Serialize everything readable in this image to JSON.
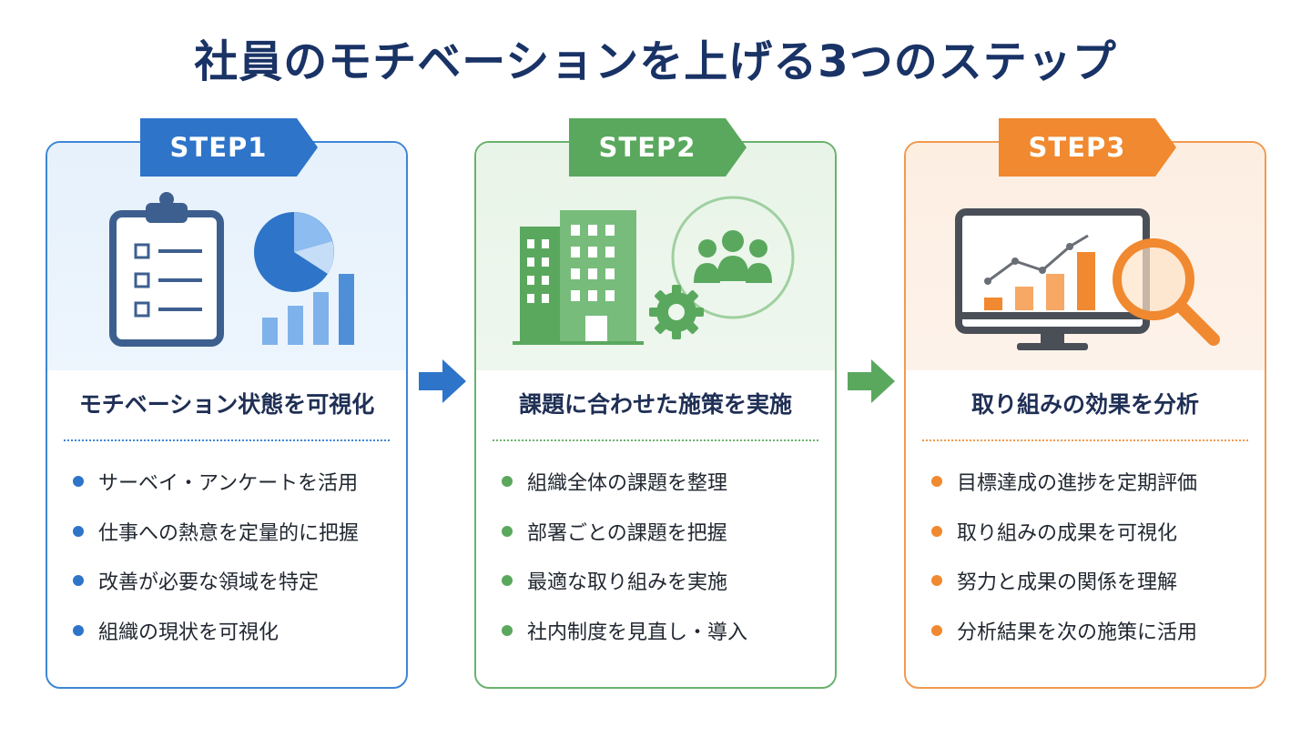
{
  "title": "社員のモチベーションを上げる3つのステップ",
  "colors": {
    "title": "#1a3366",
    "step1": "#2e74c9",
    "step2": "#5aa85e",
    "step3": "#f0892f"
  },
  "steps": [
    {
      "label": "STEP1",
      "heading": "モチベーション状態を可視化",
      "icons": [
        "clipboard-checklist-icon",
        "pie-chart-icon",
        "bar-chart-icon"
      ],
      "bullets": [
        "サーベイ・アンケートを活用",
        "仕事への熱意を定量的に把握",
        "改善が必要な領域を特定",
        "組織の現状を可視化"
      ]
    },
    {
      "label": "STEP2",
      "heading": "課題に合わせた施策を実施",
      "icons": [
        "office-building-icon",
        "team-people-icon",
        "gear-icon"
      ],
      "bullets": [
        "組織全体の課題を整理",
        "部署ごとの課題を把握",
        "最適な取り組みを実施",
        "社内制度を見直し・導入"
      ]
    },
    {
      "label": "STEP3",
      "heading": "取り組みの効果を分析",
      "icons": [
        "monitor-chart-icon",
        "magnifying-glass-icon"
      ],
      "bullets": [
        "目標達成の進捗を定期評価",
        "取り組みの成果を可視化",
        "努力と成果の関係を理解",
        "分析結果を次の施策に活用"
      ]
    }
  ]
}
